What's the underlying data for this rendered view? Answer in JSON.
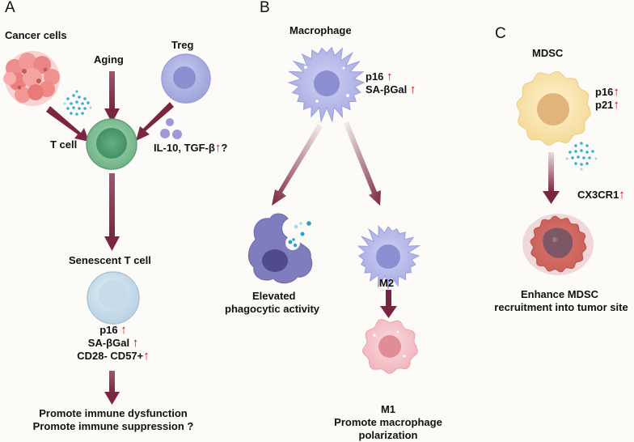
{
  "panels": {
    "a": {
      "letter": "A",
      "cancer_cells": "Cancer cells",
      "aging": "Aging",
      "treg": "Treg",
      "cytokines": "IL-10, TGF-β",
      "cytokines_suffix": "?",
      "t_cell": "T cell",
      "senescent_t_cell": "Senescent T cell",
      "markers": [
        "p16",
        "SA-βGal",
        "CD28- CD57+"
      ],
      "outcome_1": "Promote immune dysfunction",
      "outcome_2": "Promote immune suppression ?"
    },
    "b": {
      "letter": "B",
      "macrophage": "Macrophage",
      "markers": [
        "p16",
        "SA-βGal"
      ],
      "phago_1": "Elevated",
      "phago_2": "phagocytic activity",
      "m2": "M2",
      "m1": "M1",
      "polar_1": "Promote macrophage",
      "polar_2": "polarization"
    },
    "c": {
      "letter": "C",
      "mdsc": "MDSC",
      "markers": [
        "p16",
        "p21"
      ],
      "receptor": "CX3CR1",
      "outcome_1": "Enhance MDSC",
      "outcome_2": "recruitment into tumor site"
    }
  },
  "up_arrow": "↑",
  "colors": {
    "arrow": "#7a2640",
    "up_arrow": "#e00000",
    "t_cell": "#7cbf93",
    "senescent_cell": "#c6dbe8",
    "treg": "#a9addf",
    "macrophage": "#b3b5e8",
    "phagocyte": "#7f7dbb",
    "m1": "#f2bdc2",
    "mdsc": "#f7e0a6",
    "tumor": "#d98078",
    "cancer": "#ef8c8c",
    "dots": "#3aaed0"
  }
}
